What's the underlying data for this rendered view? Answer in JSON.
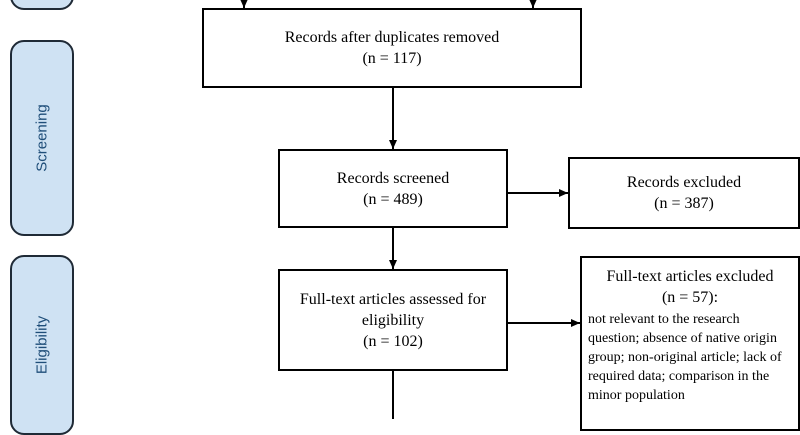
{
  "stages": [
    {
      "key": "screening",
      "label": "Screening"
    },
    {
      "key": "eligibility",
      "label": "Eligibility"
    }
  ],
  "boxes": {
    "after_duplicates": {
      "line1": "Records after duplicates removed",
      "line2": "(n = 117)"
    },
    "screened": {
      "line1": "Records screened",
      "line2": "(n = 489)"
    },
    "excluded": {
      "line1": "Records excluded",
      "line2": "(n = 387)"
    },
    "assessed": {
      "line1": "Full-text articles assessed for",
      "line2": "eligibility",
      "line3": "(n = 102)"
    },
    "fulltext_excluded": {
      "title": "Full-text articles excluded",
      "count": "(n = 57):",
      "reasons": "not relevant to the research question; absence of native origin group; non-original article; lack of required data; comparison in the minor population"
    }
  },
  "colors": {
    "stage_fill": "#cfe2f3",
    "stage_border": "#1f2a36",
    "stage_text": "#1f4e79",
    "line": "#000000"
  }
}
